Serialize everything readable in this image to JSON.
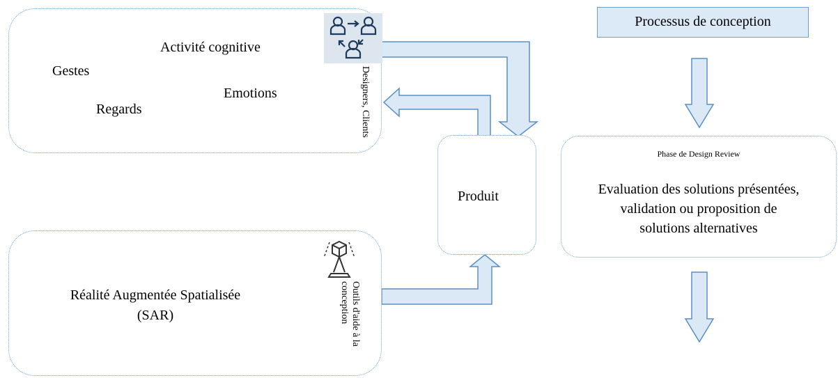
{
  "top_box": {
    "words": [
      "Activité cognitive",
      "Gestes",
      "Emotions",
      "Regards"
    ],
    "side_label": "Designers, Clients",
    "icon": "people-exchange-icon"
  },
  "bottom_box": {
    "title_line1": "Réalité Augmentée Spatialisée",
    "title_line2": "(SAR)",
    "side_label_line1": "Outils d'aide à la",
    "side_label_line2": "conception",
    "icon": "projector-icon"
  },
  "produit": {
    "label": "Produit"
  },
  "process": {
    "header": "Processus de conception",
    "phase_title": "Phase de Design Review",
    "phase_line1": "Evaluation des solutions présentées,",
    "phase_line2": "validation ou proposition de",
    "phase_line3": "solutions alternatives"
  },
  "colors": {
    "box_border": "#6a9fd4",
    "arrow_fill": "#dbe8f5",
    "arrow_stroke": "#5a8fc4",
    "header_fill": "#dce9f6"
  }
}
